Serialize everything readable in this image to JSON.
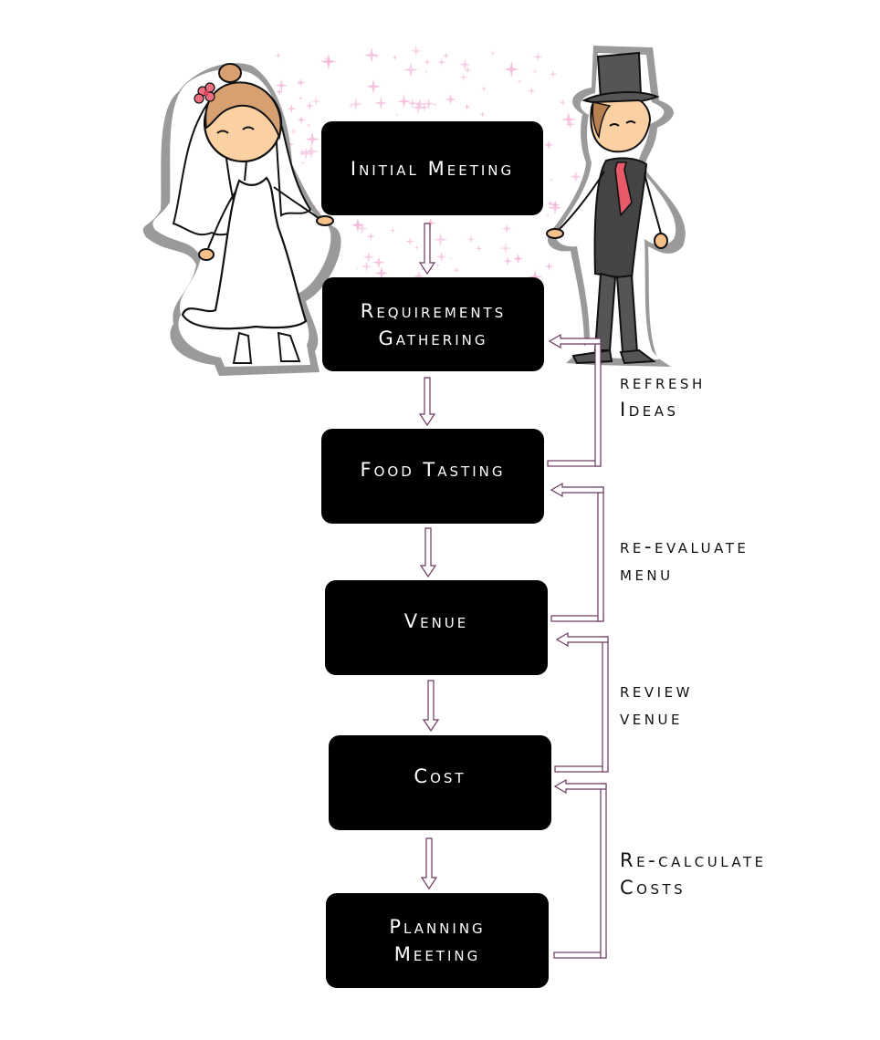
{
  "diagram": {
    "title": "Wedding Planning Process",
    "steps": [
      {
        "id": "initial-meeting",
        "lines": [
          "Initial Meeting"
        ]
      },
      {
        "id": "requirements-gathering",
        "lines": [
          "Requirements",
          "Gathering"
        ]
      },
      {
        "id": "food-tasting",
        "lines": [
          "Food Tasting"
        ]
      },
      {
        "id": "venue",
        "lines": [
          "Venue"
        ]
      },
      {
        "id": "cost",
        "lines": [
          "Cost"
        ]
      },
      {
        "id": "planning-meeting",
        "lines": [
          "Planning",
          "Meeting"
        ]
      }
    ],
    "feedback_loops": [
      {
        "from": "food-tasting",
        "to": "requirements-gathering",
        "lines": [
          "refresh",
          "Ideas"
        ]
      },
      {
        "from": "venue",
        "to": "food-tasting",
        "lines": [
          "re-evaluate",
          "menu"
        ]
      },
      {
        "from": "cost",
        "to": "venue",
        "lines": [
          "review",
          "venue"
        ]
      },
      {
        "from": "planning-meeting",
        "to": "cost",
        "lines": [
          "Re-calculate",
          "Costs"
        ]
      }
    ],
    "illustrations": {
      "left": "bride-illustration",
      "right": "groom-illustration",
      "background": "pink-sparkles"
    },
    "colors": {
      "box_fill": "#000000",
      "box_text": "#ffffff",
      "arrow_stroke": "#6b3a5e",
      "label_text": "#111111",
      "sparkle": "#f2b6d8",
      "outline_shadow": "#9a9a9a"
    }
  }
}
